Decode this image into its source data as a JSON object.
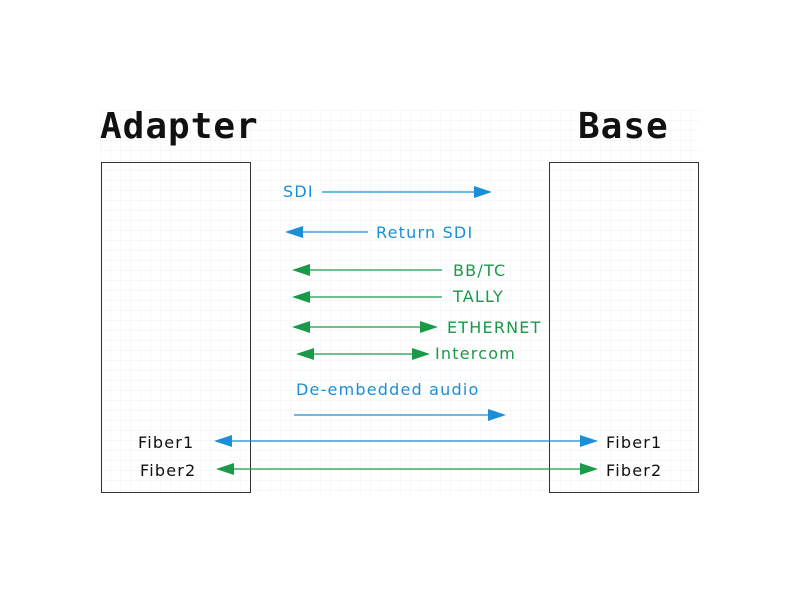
{
  "titles": {
    "left": "Adapter",
    "right": "Base"
  },
  "colors": {
    "blue": "#1a8fd8",
    "green": "#1a9a48",
    "box": "#333333",
    "grid": "#e9eef2",
    "text": "#111111"
  },
  "signals": [
    {
      "label": "SDI",
      "direction": "to-base",
      "color": "blue"
    },
    {
      "label": "Return SDI",
      "direction": "to-adapter",
      "color": "blue"
    },
    {
      "label": "BB/TC",
      "direction": "to-adapter",
      "color": "green"
    },
    {
      "label": "TALLY",
      "direction": "to-adapter",
      "color": "green"
    },
    {
      "label": "ETHERNET",
      "direction": "bidirectional",
      "color": "green"
    },
    {
      "label": "Intercom",
      "direction": "bidirectional",
      "color": "green"
    },
    {
      "label": "De-embedded audio",
      "direction": "to-base",
      "color": "blue"
    }
  ],
  "fibers": [
    {
      "left_label": "Fiber1",
      "right_label": "Fiber1",
      "direction": "bidirectional",
      "color": "blue"
    },
    {
      "left_label": "Fiber2",
      "right_label": "Fiber2",
      "direction": "bidirectional",
      "color": "green"
    }
  ]
}
